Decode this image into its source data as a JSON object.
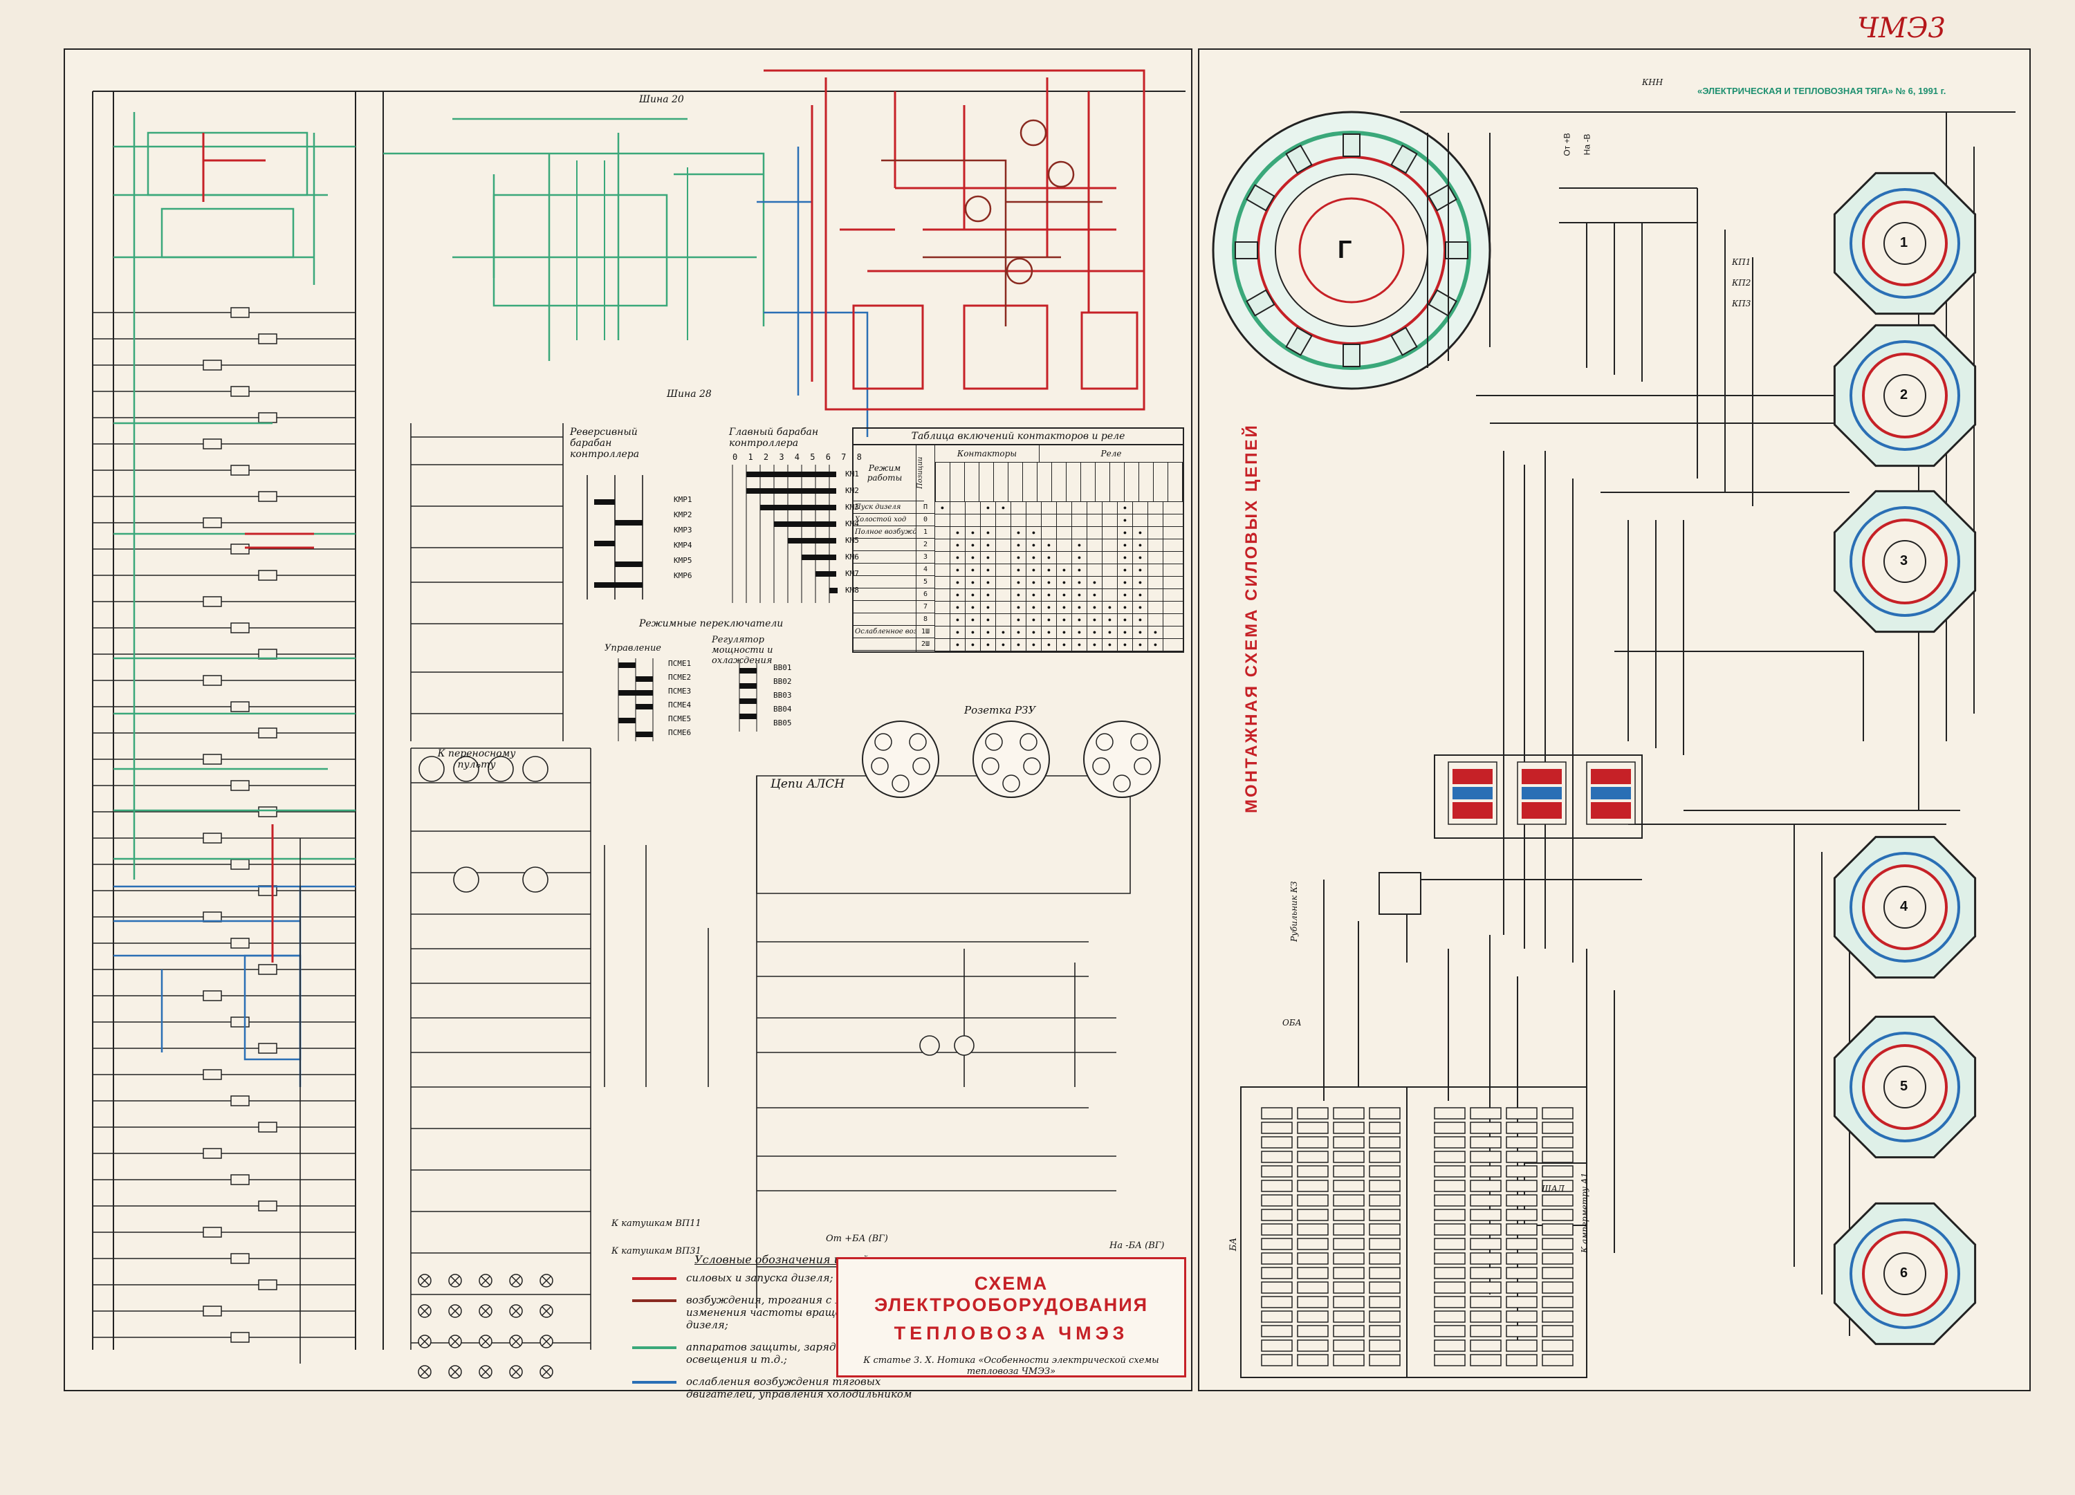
{
  "handwritten_note": "ЧМЭ3",
  "right_sheet": {
    "journal_header": "«ЭЛЕКТРИЧЕСКАЯ И ТЕПЛОВОЗНАЯ ТЯГА» № 6, 1991 г.",
    "vertical_title": "МОНТАЖНАЯ СХЕМА СИЛОВЫХ ЦЕПЕЙ",
    "generator_label": "Г",
    "motor_labels": [
      "1",
      "2",
      "3",
      "4",
      "5",
      "6"
    ],
    "bus_labels": [
      "От +В",
      "На -В"
    ],
    "contactor_labels": [
      "КНН",
      "КП1",
      "КП2",
      "КП3"
    ],
    "shunt_labels": [
      "ШАЛ",
      "К амперметру А1"
    ],
    "switch_labels": [
      "ОБА",
      "Рубильник КЗ"
    ],
    "battery_label": "БА"
  },
  "left_sheet": {
    "top_bus": "Шина 20",
    "bottom_bus": "Шина 28",
    "controller_title": "Реверсивный барабан контроллера",
    "main_drum_title": "Главный барабан контроллера",
    "main_drum_positions": "0 1 2 3 4 5 6 7 8",
    "main_drum_rows": [
      "КМ1",
      "КМ2",
      "КМ3",
      "КМ4",
      "КМ5",
      "КМ6",
      "КМ7",
      "КМ8"
    ],
    "reverse_rows": [
      "КМР1",
      "КМР2",
      "КМР3",
      "КМР4",
      "КМР5",
      "КМР6"
    ],
    "mode_switch_title": "Режимные переключатели",
    "mode_control_label": "Управление",
    "mode_control_rows": [
      "ПСМЕ1",
      "ПСМЕ2",
      "ПСМЕ3",
      "ПСМЕ4",
      "ПСМЕ5",
      "ПСМЕ6"
    ],
    "regulator_title": "Регулятор мощности и охлаждения",
    "regulator_rows": [
      "ВВ01",
      "ВВ02",
      "ВВ03",
      "ВВ04",
      "ВВ05"
    ],
    "socket_title": "Розетка РЗУ",
    "portable_panel": "К переносному пульту",
    "alsn_title": "Цепи АЛСН",
    "coil_labels": [
      "К катушкам ВП11",
      "К катушкам ВП31"
    ],
    "minus_ba": "На -БА (ВГ)",
    "plus_ba": "От +БА (ВГ)"
  },
  "table": {
    "title": "Таблица включений контакторов и реле",
    "col_mode": "Режим работы",
    "col_pos": "Позиции",
    "col_contactors": "Контакторы",
    "col_relays": "Реле",
    "rows": [
      {
        "mode": "Пуск дизеля",
        "pos": "П"
      },
      {
        "mode": "Холостой ход",
        "pos": "0"
      },
      {
        "mode": "Полное возбуждение",
        "pos": "1"
      },
      {
        "mode": "",
        "pos": "2"
      },
      {
        "mode": "",
        "pos": "3"
      },
      {
        "mode": "",
        "pos": "4"
      },
      {
        "mode": "",
        "pos": "5"
      },
      {
        "mode": "",
        "pos": "6"
      },
      {
        "mode": "",
        "pos": "7"
      },
      {
        "mode": "",
        "pos": "8"
      },
      {
        "mode": "Ослабленное возбуждение",
        "pos": "1Ш"
      },
      {
        "mode": "",
        "pos": "2Ш"
      }
    ]
  },
  "legend": {
    "title": "Условные обозначения цепей:",
    "items": [
      {
        "text": "силовых и запуска дизеля;",
        "color": "#c62127"
      },
      {
        "text": "возбуждения, трогания с места, изменения частоты вращения вала дизеля;",
        "color": "#8a2a20"
      },
      {
        "text": "аппаратов защиты, зарядки батареи, освещения и т.д.;",
        "color": "#3aa87a"
      },
      {
        "text": "ослабления возбуждения тяговых двигателей, управления холодильником",
        "color": "#2a6fb5"
      }
    ]
  },
  "title_block": {
    "line1": "СХЕМА ЭЛЕКТРООБОРУДОВАНИЯ",
    "line2": "ТЕПЛОВОЗА ЧМЭЗ",
    "caption": "К статье З. Х. Нотика «Особенности электрической схемы тепловоза ЧМЭЗ»"
  },
  "colors": {
    "power": "#c62127",
    "excitation": "#8a2a20",
    "protection": "#3aa87a",
    "field_weakening": "#2a6fb5",
    "paper": "#f3ece0"
  }
}
